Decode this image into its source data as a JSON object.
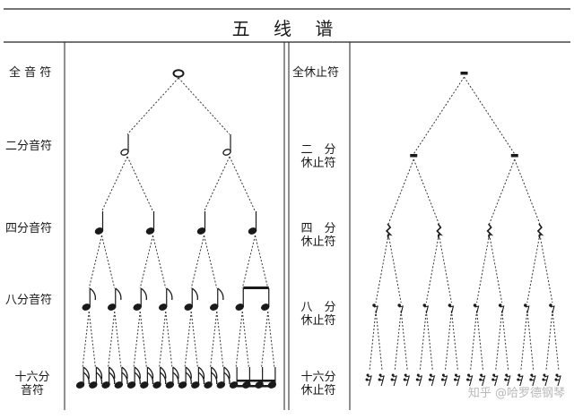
{
  "title": "五 线 谱",
  "notes_section": {
    "labels": {
      "whole": "全 音 符",
      "half": "二分音符",
      "quarter": "四分音符",
      "eighth": "八分音符",
      "sixteenth_line1": "十六分",
      "sixteenth_line2": "音符"
    }
  },
  "rests_section": {
    "labels": {
      "whole": "全休止符",
      "half_line1": "二　分",
      "half_line2": "休止符",
      "quarter_line1": "四　分",
      "quarter_line2": "休止符",
      "eighth_line1": "八　分",
      "eighth_line2": "休止符",
      "sixteenth_line1": "十六分",
      "sixteenth_line2": "休止符"
    }
  },
  "watermark": "知乎 @哈罗德钢琴",
  "icons": {
    "whole_note": "whole-note-icon",
    "half_note": "half-note-icon",
    "quarter_note": "quarter-note-icon",
    "eighth_note": "eighth-note-icon",
    "sixteenth_note": "sixteenth-note-icon",
    "whole_rest": "whole-rest-icon",
    "half_rest": "half-rest-icon",
    "quarter_rest": "quarter-rest-icon",
    "eighth_rest": "eighth-rest-icon",
    "sixteenth_rest": "sixteenth-rest-icon"
  }
}
